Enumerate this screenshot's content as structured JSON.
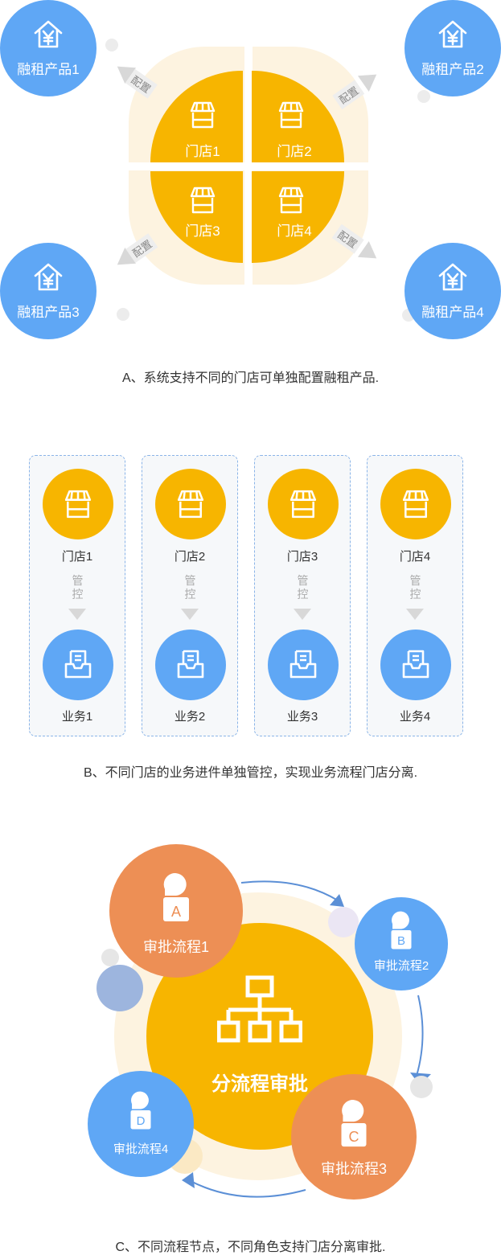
{
  "section_a": {
    "products": [
      "融租产品1",
      "融租产品2",
      "融租产品3",
      "融租产品4"
    ],
    "stores": [
      "门店1",
      "门店2",
      "门店3",
      "门店4"
    ],
    "config_label": "配置",
    "caption": "A、系统支持不同的门店可单独配置融租产品."
  },
  "section_b": {
    "columns": [
      {
        "store": "门店1",
        "control": "管控",
        "business": "业务1"
      },
      {
        "store": "门店2",
        "control": "管控",
        "business": "业务2"
      },
      {
        "store": "门店3",
        "control": "管控",
        "business": "业务3"
      },
      {
        "store": "门店4",
        "control": "管控",
        "business": "业务4"
      }
    ],
    "caption": "B、不同门店的业务进件单独管控，实现业务流程门店分离."
  },
  "section_c": {
    "center_label": "分流程审批",
    "flows": [
      {
        "letter": "A",
        "label": "审批流程1"
      },
      {
        "letter": "B",
        "label": "审批流程2"
      },
      {
        "letter": "C",
        "label": "审批流程3"
      },
      {
        "letter": "D",
        "label": "审批流程4"
      }
    ],
    "caption": "C、不同流程节点，不同角色支持门店分离审批."
  },
  "colors": {
    "blue": "#5fa7f5",
    "yellow": "#f7b500",
    "orange": "#ed8f55",
    "cream": "#fdf3e0"
  }
}
